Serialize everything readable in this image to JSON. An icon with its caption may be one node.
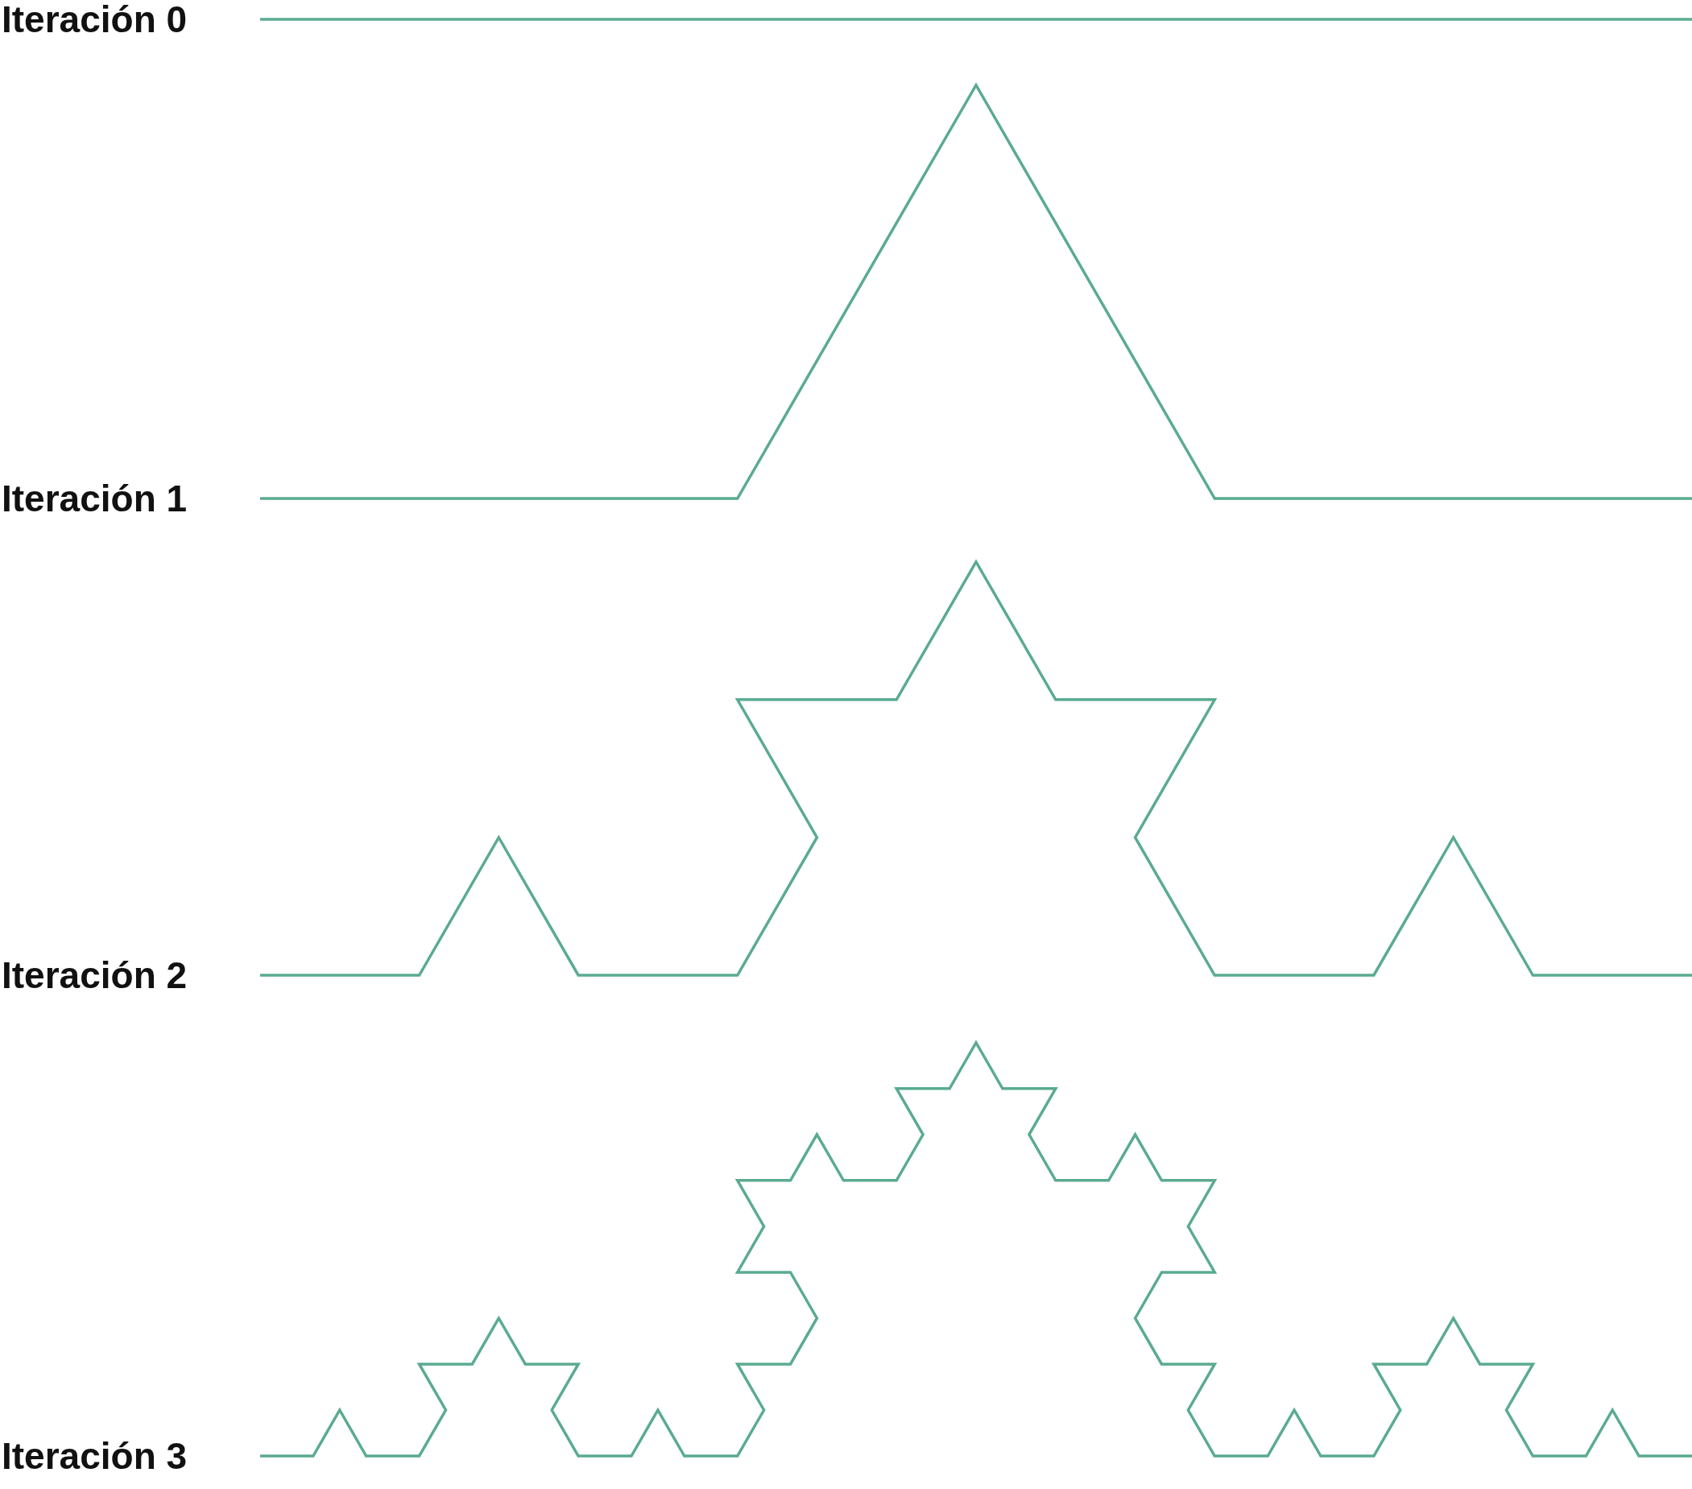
{
  "diagram": {
    "labels": [
      "Iteración 0",
      "Iteración 1",
      "Iteración 2",
      "Iteración 3"
    ]
  }
}
